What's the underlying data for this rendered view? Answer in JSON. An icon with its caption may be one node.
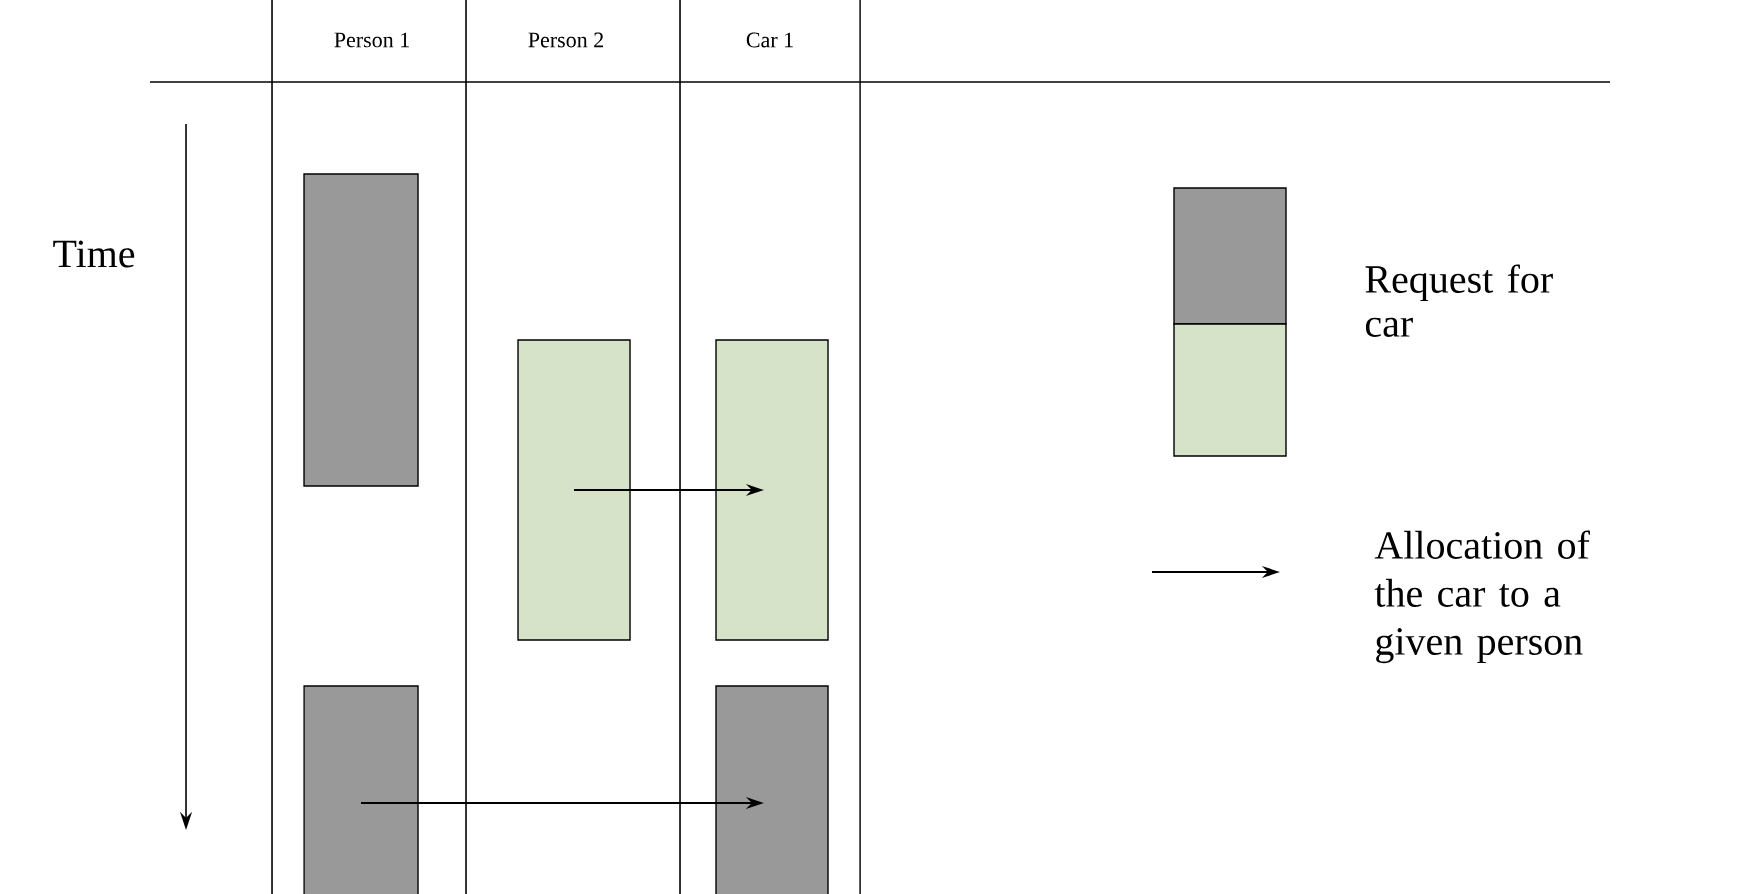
{
  "diagram": {
    "nodes": [
      {
        "text": [],
        "shape": "box"
      },
      {
        "text": [],
        "shape": "box"
      },
      {
        "text": [],
        "shape": "box"
      },
      {
        "text": [],
        "shape": "box"
      },
      {
        "text": [],
        "shape": "box"
      }
    ],
    "edges": [
      {
        "from": 1,
        "to": 2,
        "arrow": "to"
      },
      {
        "from": 3,
        "to": 4,
        "arrow": "to"
      }
    ],
    "labels": [
      "Person 1",
      "Person 2",
      "Car 1",
      "Time"
    ],
    "legend": [
      {
        "text": "Request for car"
      },
      {
        "text": "Allocation of the car to a given person"
      }
    ]
  }
}
